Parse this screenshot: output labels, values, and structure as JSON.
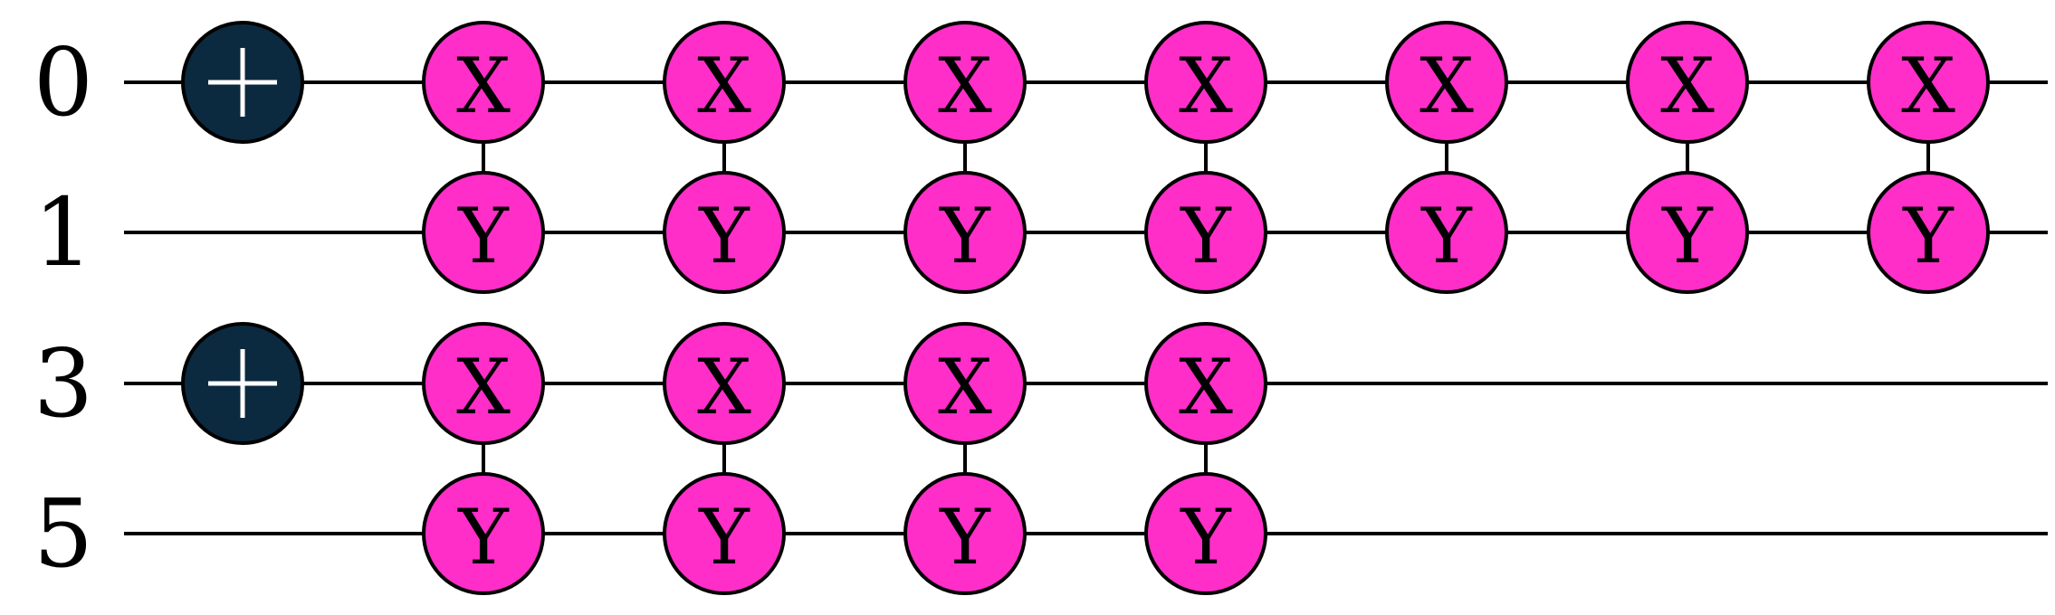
{
  "colors": {
    "wire": "#000000",
    "pauli_gate_fill": "#ff2ec8",
    "gate_outline": "#000000",
    "plus_gate_fill": "#0b2a40",
    "plus_symbol": "#ffffff"
  },
  "wires": [
    {
      "label": "0",
      "gates": [
        "plus",
        "X",
        "X",
        "X",
        "X",
        "X",
        "X",
        "X"
      ]
    },
    {
      "label": "1",
      "gates": [
        "",
        "Y",
        "Y",
        "Y",
        "Y",
        "Y",
        "Y",
        "Y"
      ]
    },
    {
      "label": "3",
      "gates": [
        "plus",
        "X",
        "X",
        "X",
        "X",
        "",
        "",
        ""
      ]
    },
    {
      "label": "5",
      "gates": [
        "",
        "Y",
        "Y",
        "Y",
        "Y",
        "",
        "",
        ""
      ]
    }
  ],
  "connections": [
    {
      "from_wire": 0,
      "to_wire": 1,
      "columns": [
        1,
        2,
        3,
        4,
        5,
        6,
        7
      ]
    },
    {
      "from_wire": 2,
      "to_wire": 3,
      "columns": [
        1,
        2,
        3,
        4
      ]
    }
  ]
}
